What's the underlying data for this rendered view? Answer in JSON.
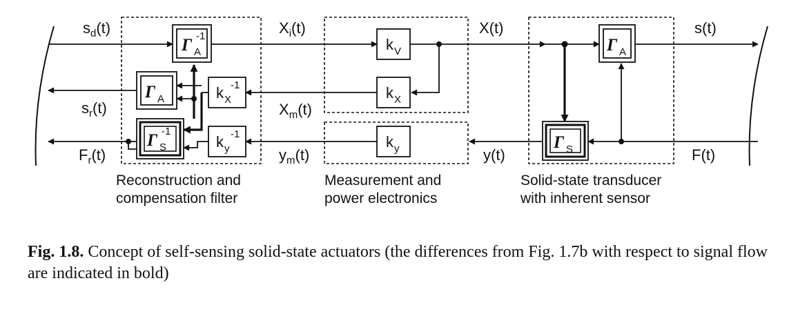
{
  "signals": {
    "sd": "s",
    "sd_sub": "d",
    "sd_arg": "(t)",
    "xi": "X",
    "xi_sub": "i",
    "xi_arg": "(t)",
    "x": "X(t)",
    "s": "s(t)",
    "sr": "s",
    "sr_sub": "r",
    "sr_arg": "(t)",
    "xm": "X",
    "xm_sub": "m",
    "xm_arg": "(t)",
    "fr": "F",
    "fr_sub": "r",
    "fr_arg": "(t)",
    "ym": "y",
    "ym_sub": "m",
    "ym_arg": "(t)",
    "y": "y(t)",
    "f": "F(t)"
  },
  "blocks": {
    "gamma_a_inv": {
      "sym": "Γ",
      "sub": "A",
      "sup": "-1"
    },
    "gamma_a_rec": {
      "sym": "Γ",
      "sub": "A"
    },
    "gamma_s_inv": {
      "sym": "Γ",
      "sub": "S",
      "sup": "-1"
    },
    "kx_inv": {
      "sym": "k",
      "sub": "X",
      "sup": "-1"
    },
    "ky_inv": {
      "sym": "k",
      "sub": "y",
      "sup": "-1"
    },
    "kv": {
      "sym": "k",
      "sub": "V"
    },
    "kx": {
      "sym": "k",
      "sub": "X"
    },
    "ky": {
      "sym": "k",
      "sub": "y"
    },
    "gamma_a": {
      "sym": "Γ",
      "sub": "A"
    },
    "gamma_s": {
      "sym": "Γ",
      "sub": "S"
    }
  },
  "groups": {
    "reconstruction": [
      "Reconstruction and",
      "compensation filter"
    ],
    "measurement": [
      "Measurement and",
      "power electronics"
    ],
    "transducer": [
      "Solid-state transducer",
      "with inherent sensor"
    ]
  },
  "caption": {
    "label": "Fig. 1.8.",
    "text": "Concept of self-sensing solid-state actuators (the differences from Fig. 1.7b with respect to signal flow are indicated in bold)"
  }
}
